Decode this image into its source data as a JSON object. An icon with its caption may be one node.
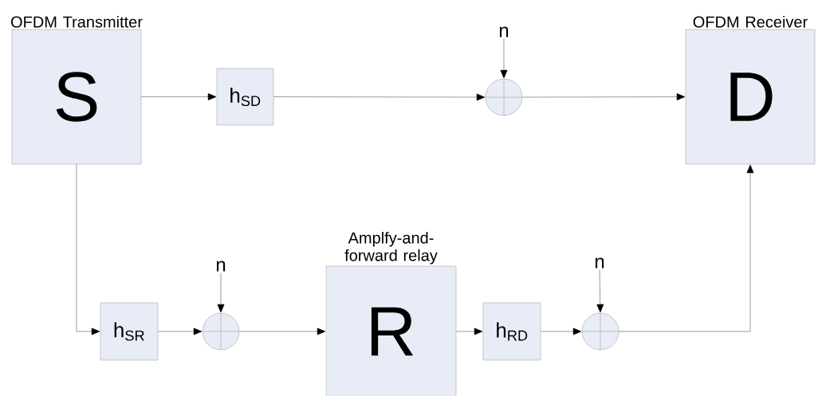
{
  "diagram": {
    "nodes": [
      {
        "text": [
          "OFDM Transmitter",
          "S"
        ]
      },
      {
        "text": [
          "h$_{SD}$"
        ]
      },
      {
        "text": [
          "n"
        ]
      },
      {
        "text": [],
        "shape": "circle"
      },
      {
        "text": [
          "OFDM Receiver",
          "D"
        ]
      },
      {
        "text": [
          "h$_{SR}$"
        ]
      },
      {
        "text": [
          "n"
        ]
      },
      {
        "text": [],
        "shape": "circle"
      },
      {
        "text": [
          "Amplfy-and-forward relay",
          "R"
        ]
      },
      {
        "text": [
          "h$_{RD}$"
        ]
      },
      {
        "text": [
          "n"
        ]
      },
      {
        "text": [],
        "shape": "circle"
      }
    ],
    "edges": [
      {
        "from": 0,
        "to": 1,
        "arrow": "to"
      },
      {
        "from": 1,
        "to": 3,
        "arrow": "to"
      },
      {
        "from": 2,
        "to": 3,
        "arrow": "to"
      },
      {
        "from": 3,
        "to": 4,
        "arrow": "to"
      },
      {
        "from": 0,
        "to": 5,
        "arrow": "to"
      },
      {
        "from": 5,
        "to": 7,
        "arrow": "to"
      },
      {
        "from": 6,
        "to": 7,
        "arrow": "to"
      },
      {
        "from": 7,
        "to": 8,
        "arrow": "to"
      },
      {
        "from": 8,
        "to": 9,
        "arrow": "to"
      },
      {
        "from": 9,
        "to": 11,
        "arrow": "to"
      },
      {
        "from": 10,
        "to": 11,
        "arrow": "to"
      },
      {
        "from": 11,
        "to": 4,
        "arrow": "to"
      }
    ]
  }
}
